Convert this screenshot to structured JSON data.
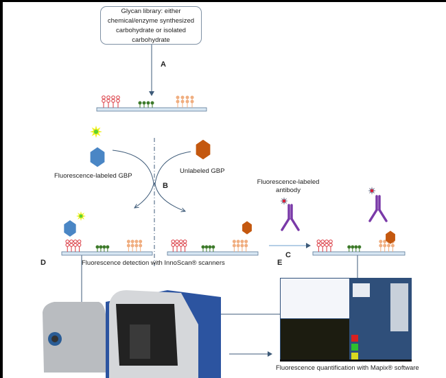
{
  "source_box": "Glycan library: either chemical/enzyme synthesized carbohydrate or isolated carbohydrate",
  "steps": {
    "a": "A",
    "b": "B",
    "c": "C",
    "d": "D",
    "e": "E"
  },
  "labels": {
    "labeled_gbp": "Fluorescence-labeled GBP",
    "unlabeled_gbp": "Unlabeled GBP",
    "labeled_antibody": "Fluorescence-labeled antibody",
    "detection": "Fluorescence detection with InnoScan® scanners",
    "quantification": "Fluorescence quantification with Mapix® software"
  },
  "colors": {
    "glycan_red": "#d9363e",
    "glycan_green": "#3d7a2a",
    "glycan_orange": "#f0ae80",
    "gbp_blue": "#4a86c5",
    "gbp_orange": "#c4580f",
    "antibody": "#7a3aa8",
    "slide": "#d7e6f2",
    "arrow": "#3d5a78"
  }
}
